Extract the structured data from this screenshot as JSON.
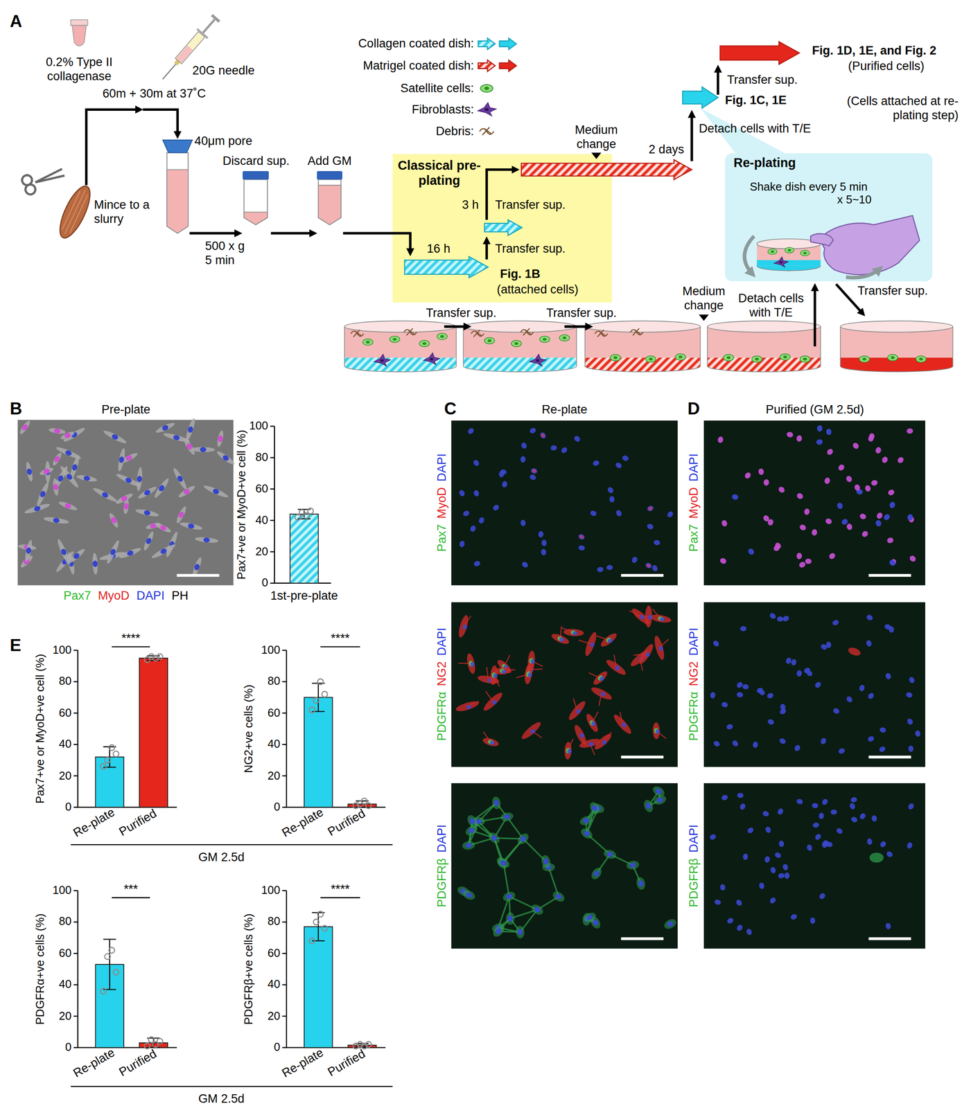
{
  "diagram": {
    "nodes": [
      {
        "text": [
          "Classical pre-plating"
        ]
      },
      {
        "text": [
          "Re-plating",
          "Shake dish every 5 min x 5~10"
        ]
      }
    ],
    "labels": [
      "A",
      "0.2% Type II collagenase",
      "20G needle",
      "60m + 30m at 37˚C",
      "40μm pore",
      "Mince to a slurry",
      "500 x g 5 min",
      "Discard sup.",
      "Add GM",
      "16 h",
      "Transfer sup.",
      "Fig. 1B",
      "(attached cells)",
      "3 h",
      "Transfer sup.",
      "Medium change",
      "2 days",
      "Detach cells with T/E",
      "Transfer sup.",
      "Fig. 1C, 1E",
      "(Cells attached at re-plating step)",
      "Fig. 1D, 1E, and Fig. 2",
      "(Purified cells)",
      "Transfer sup.",
      "Transfer sup.",
      "Medium change",
      "Detach cells with T/E",
      "Transfer sup.",
      "B",
      "Pre-plate",
      "Pax7",
      "MyoD",
      "DAPI",
      "PH",
      "100",
      "80",
      "60",
      "40",
      "20",
      "0",
      "Pax7+ve or MyoD+ve cell (%)",
      "1st-pre-plate",
      "C",
      "Re-plate",
      "Pax7",
      "MyoD",
      "DAPI",
      "PDGFRα",
      "NG2",
      "DAPI",
      "PDGFRβ",
      "DAPI",
      "D",
      "Purified (GM 2.5d)",
      "Pax7",
      "MyoD",
      "DAPI",
      "PDGFRα",
      "NG2",
      "DAPI",
      "PDGFRβ",
      "DAPI",
      "E",
      "100",
      "80",
      "60",
      "40",
      "20",
      "0",
      "Pax7+ve or MyoD+ve cell (%)",
      "****",
      "Re-plate",
      "Purified",
      "100",
      "80",
      "60",
      "40",
      "20",
      "0",
      "NG2+ve cells (%)",
      "****",
      "Re-plate",
      "Purified",
      "GM 2.5d",
      "100",
      "80",
      "60",
      "40",
      "20",
      "0",
      "PDGFRα+ve cells (%)",
      "***",
      "Re-plate",
      "Purified",
      "100",
      "80",
      "60",
      "40",
      "20",
      "0",
      "PDGFRβ+ve cells (%)",
      "****",
      "Re-plate",
      "Purified",
      "GM 2.5d"
    ],
    "legend": [
      {
        "text": "Collagen coated dish:"
      },
      {
        "text": "Matrigel coated dish:"
      },
      {
        "text": "Satellite cells:"
      },
      {
        "text": "Fibroblasts:"
      },
      {
        "text": "Debris:"
      }
    ]
  }
}
